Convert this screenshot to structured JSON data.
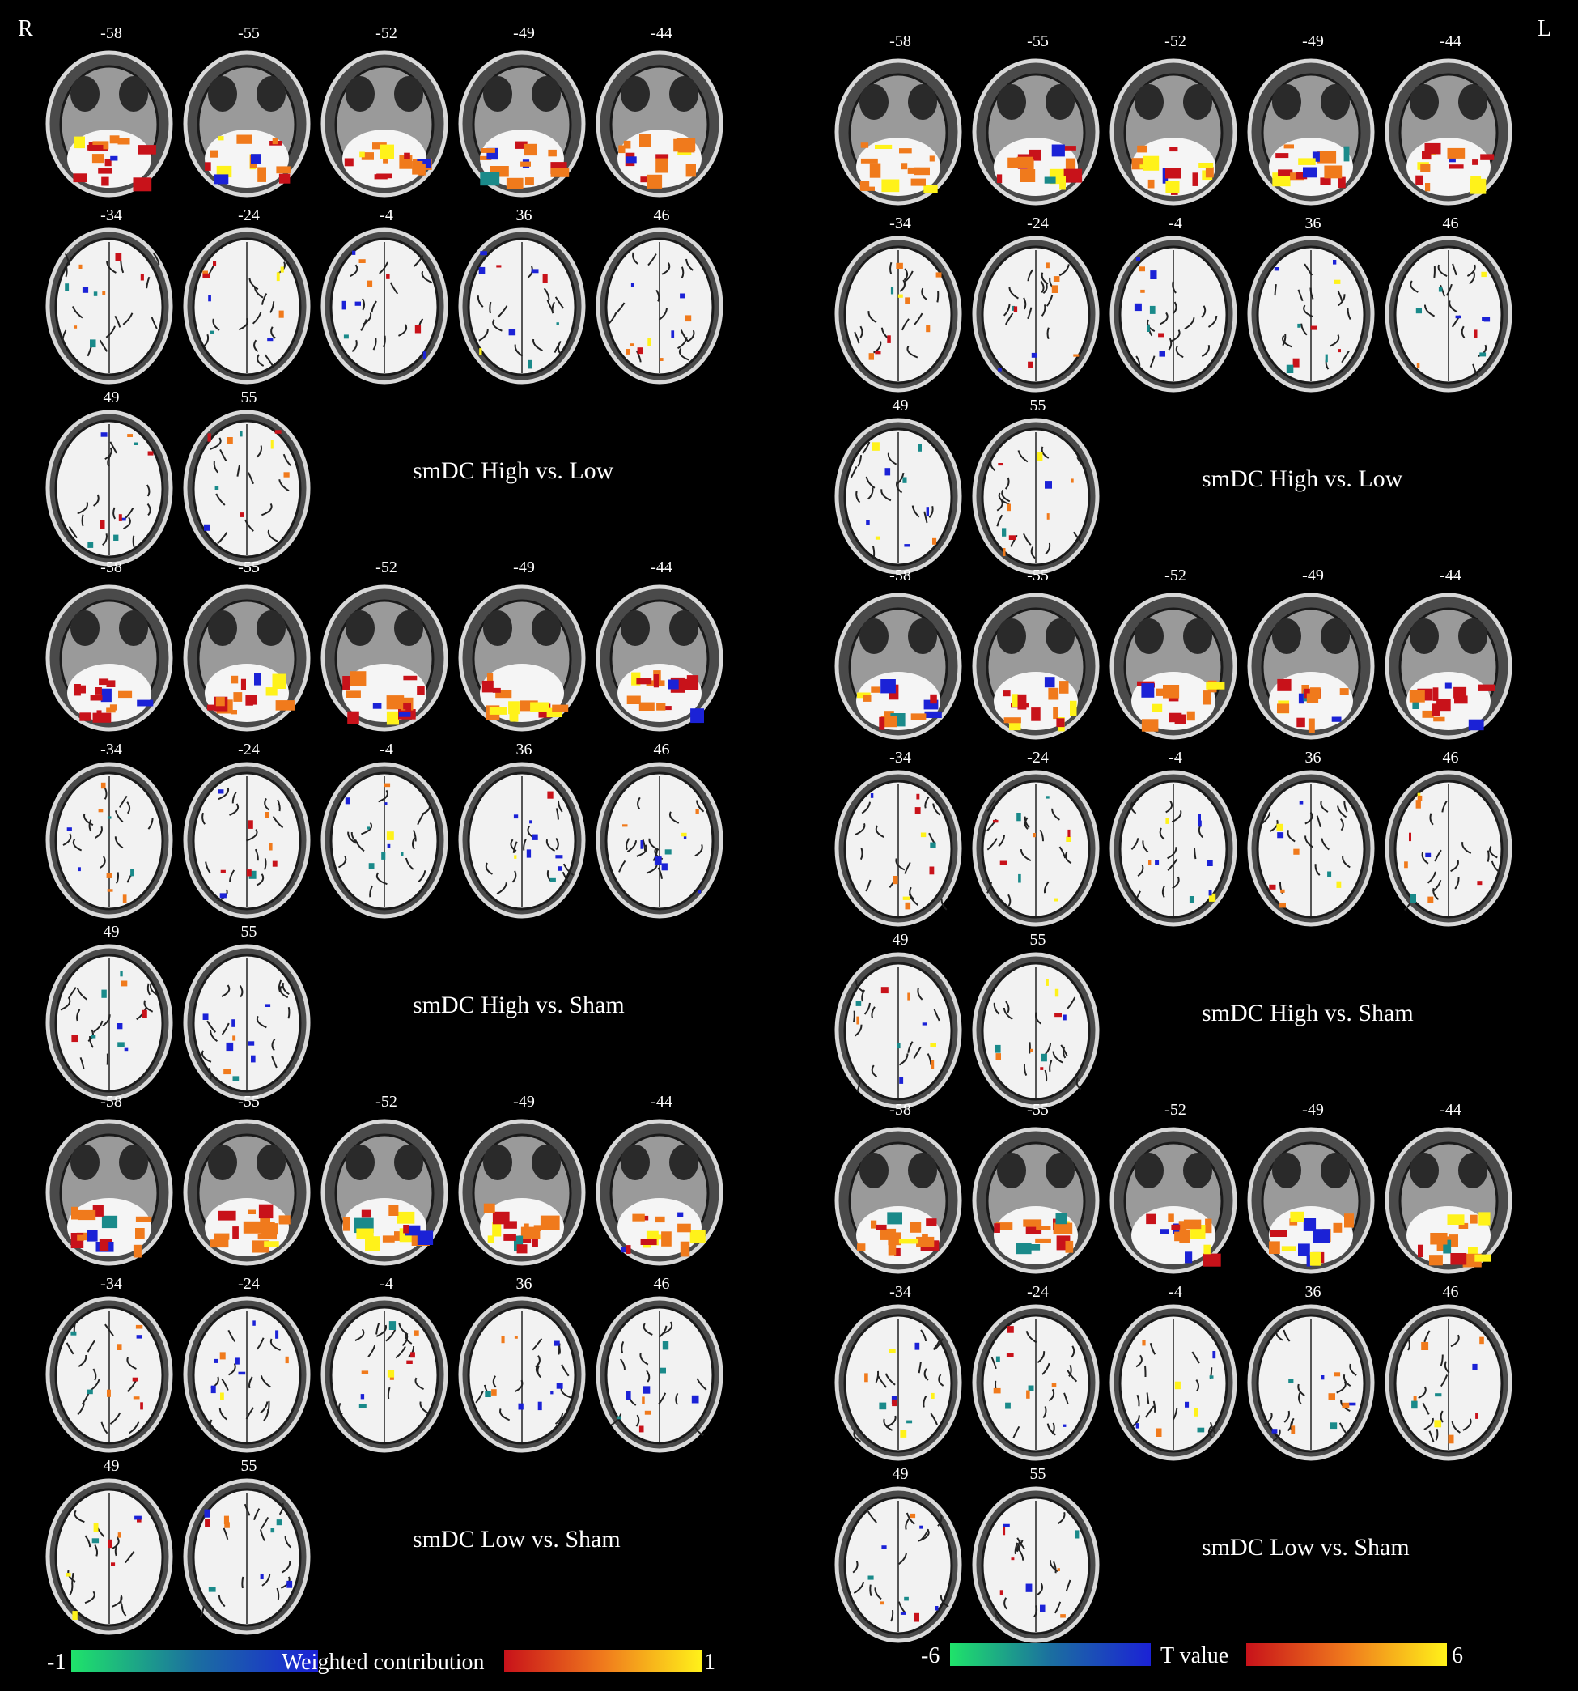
{
  "orientation": {
    "left_letter": "R",
    "right_letter": "L"
  },
  "panels": [
    {
      "id": "weighted",
      "groups": [
        {
          "title": "smDC High vs. Low",
          "rows": [
            [
              "-58",
              "-55",
              "-52",
              "-49",
              "-44"
            ],
            [
              "-34",
              "-24",
              "-4",
              "36",
              "46"
            ],
            [
              "49",
              "55"
            ]
          ]
        },
        {
          "title": "smDC High vs. Sham",
          "rows": [
            [
              "-58",
              "-55",
              "-52",
              "-49",
              "-44"
            ],
            [
              "-34",
              "-24",
              "-4",
              "36",
              "46"
            ],
            [
              "49",
              "55"
            ]
          ]
        },
        {
          "title": "smDC Low vs. Sham",
          "rows": [
            [
              "-58",
              "-55",
              "-52",
              "-49",
              "-44"
            ],
            [
              "-34",
              "-24",
              "-4",
              "36",
              "46"
            ],
            [
              "49",
              "55"
            ]
          ]
        }
      ],
      "colorbar": {
        "min": "-1",
        "label": "Weighted contribution",
        "max": "1"
      }
    },
    {
      "id": "tvalue",
      "groups": [
        {
          "title": "smDC High vs. Low",
          "rows": [
            [
              "-58",
              "-55",
              "-52",
              "-49",
              "-44"
            ],
            [
              "-34",
              "-24",
              "-4",
              "36",
              "46"
            ],
            [
              "49",
              "55"
            ]
          ]
        },
        {
          "title": "smDC High vs. Sham",
          "rows": [
            [
              "-58",
              "-55",
              "-52",
              "-49",
              "-44"
            ],
            [
              "-34",
              "-24",
              "-4",
              "36",
              "46"
            ],
            [
              "49",
              "55"
            ]
          ]
        },
        {
          "title": "smDC Low vs. Sham",
          "rows": [
            [
              "-58",
              "-55",
              "-52",
              "-49",
              "-44"
            ],
            [
              "-34",
              "-24",
              "-4",
              "36",
              "46"
            ],
            [
              "49",
              "55"
            ]
          ]
        }
      ],
      "colorbar": {
        "min": "-6",
        "label": "T value",
        "max": "6"
      }
    }
  ],
  "colors": {
    "negative_start": "#1fe36a",
    "negative_end": "#1b22d6",
    "positive_start": "#c8121a",
    "positive_mid": "#f07a1c",
    "positive_end": "#fff21a"
  }
}
